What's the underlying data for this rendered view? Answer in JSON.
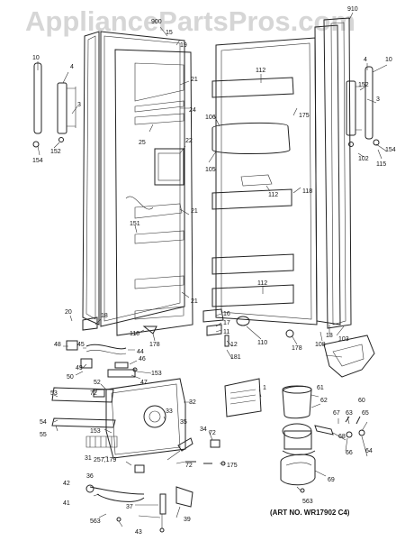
{
  "watermark": "AppliancePartsPros.com",
  "art_no": "(ART NO. WR17902 C4)",
  "callouts": [
    {
      "id": "c10a",
      "text": "10"
    },
    {
      "id": "c4a",
      "text": "4"
    },
    {
      "id": "c900",
      "text": "900"
    },
    {
      "id": "c15",
      "text": "15"
    },
    {
      "id": "c19",
      "text": "19"
    },
    {
      "id": "c910",
      "text": "910"
    },
    {
      "id": "c21a",
      "text": "21"
    },
    {
      "id": "c24",
      "text": "24"
    },
    {
      "id": "c25",
      "text": "25"
    },
    {
      "id": "c22",
      "text": "22"
    },
    {
      "id": "c3",
      "text": "3"
    },
    {
      "id": "c152a",
      "text": "152"
    },
    {
      "id": "c154a",
      "text": "154"
    },
    {
      "id": "c112a",
      "text": "112"
    },
    {
      "id": "c175a",
      "text": "175"
    },
    {
      "id": "c106",
      "text": "106"
    },
    {
      "id": "c105",
      "text": "105"
    },
    {
      "id": "c118",
      "text": "118"
    },
    {
      "id": "c112b",
      "text": "112"
    },
    {
      "id": "c21b",
      "text": "21"
    },
    {
      "id": "c151",
      "text": "151"
    },
    {
      "id": "c21c",
      "text": "21"
    },
    {
      "id": "c112c",
      "text": "112"
    },
    {
      "id": "c4b",
      "text": "4"
    },
    {
      "id": "c10b",
      "text": "10"
    },
    {
      "id": "c152b",
      "text": "152"
    },
    {
      "id": "c3b",
      "text": "3"
    },
    {
      "id": "c102",
      "text": "102"
    },
    {
      "id": "c115",
      "text": "115"
    },
    {
      "id": "c154b",
      "text": "154"
    },
    {
      "id": "c20",
      "text": "20"
    },
    {
      "id": "c18a",
      "text": "18"
    },
    {
      "id": "c110a",
      "text": "110"
    },
    {
      "id": "c178a",
      "text": "178"
    },
    {
      "id": "c16",
      "text": "16"
    },
    {
      "id": "c17",
      "text": "17"
    },
    {
      "id": "c11",
      "text": "11"
    },
    {
      "id": "c12",
      "text": "12"
    },
    {
      "id": "c110b",
      "text": "110"
    },
    {
      "id": "c181",
      "text": "181"
    },
    {
      "id": "c178b",
      "text": "178"
    },
    {
      "id": "c108",
      "text": "108"
    },
    {
      "id": "c18b",
      "text": "18"
    },
    {
      "id": "c103",
      "text": "103"
    },
    {
      "id": "c48",
      "text": "48"
    },
    {
      "id": "c45",
      "text": "45"
    },
    {
      "id": "c44",
      "text": "44"
    },
    {
      "id": "c49",
      "text": "49"
    },
    {
      "id": "c50",
      "text": "50"
    },
    {
      "id": "c46",
      "text": "46"
    },
    {
      "id": "c153a",
      "text": "153"
    },
    {
      "id": "c47",
      "text": "47"
    },
    {
      "id": "c52",
      "text": "52"
    },
    {
      "id": "c72a",
      "text": "72"
    },
    {
      "id": "c53",
      "text": "53"
    },
    {
      "id": "c32",
      "text": "32"
    },
    {
      "id": "c1",
      "text": "1"
    },
    {
      "id": "c60",
      "text": "60"
    },
    {
      "id": "c61",
      "text": "61"
    },
    {
      "id": "c54",
      "text": "54"
    },
    {
      "id": "c55",
      "text": "55"
    },
    {
      "id": "c33",
      "text": "33"
    },
    {
      "id": "c35",
      "text": "35"
    },
    {
      "id": "c62",
      "text": "62"
    },
    {
      "id": "c67",
      "text": "67"
    },
    {
      "id": "c63",
      "text": "63"
    },
    {
      "id": "c65",
      "text": "65"
    },
    {
      "id": "c34",
      "text": "34"
    },
    {
      "id": "c153b",
      "text": "153"
    },
    {
      "id": "c31",
      "text": "31"
    },
    {
      "id": "c257",
      "text": "257,179"
    },
    {
      "id": "c72b",
      "text": "72"
    },
    {
      "id": "c68",
      "text": "68"
    },
    {
      "id": "c66",
      "text": "66"
    },
    {
      "id": "c64",
      "text": "64"
    },
    {
      "id": "c36",
      "text": "36"
    },
    {
      "id": "c72c",
      "text": "72"
    },
    {
      "id": "c175b",
      "text": "175"
    },
    {
      "id": "c42",
      "text": "42"
    },
    {
      "id": "c69",
      "text": "69"
    },
    {
      "id": "c41",
      "text": "41"
    },
    {
      "id": "c37",
      "text": "37"
    },
    {
      "id": "c563a",
      "text": "563"
    },
    {
      "id": "c563b",
      "text": "563"
    },
    {
      "id": "c39",
      "text": "39"
    },
    {
      "id": "c43",
      "text": "43"
    }
  ]
}
